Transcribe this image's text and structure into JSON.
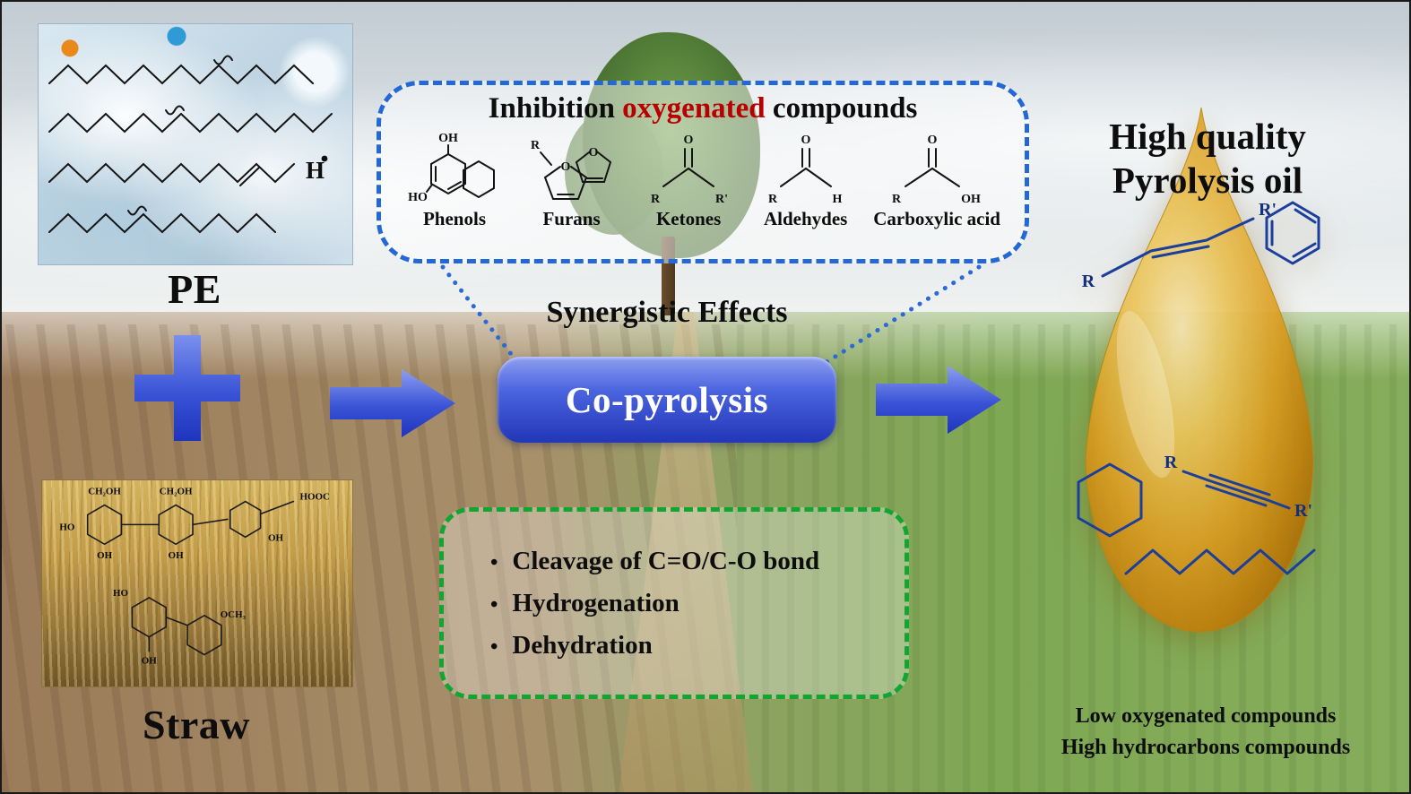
{
  "colors": {
    "primary_blue": "#2236b8",
    "dashed_blue": "#2468d6",
    "dashed_green": "#12a530",
    "highlight_red": "#b80000",
    "droplet_gold": "#dd9f22"
  },
  "pe": {
    "label": "PE",
    "h_radical": "H"
  },
  "straw": {
    "label": "Straw",
    "structure_labels": [
      "CH₂OH",
      "HO",
      "OH",
      "CH₂OH",
      "OH",
      "HOOC",
      "OH",
      "OCH₃",
      "HO",
      "OH"
    ]
  },
  "inhibition_box": {
    "title": {
      "pre": "Inhibition ",
      "highlight": "oxygenated",
      "post": " compounds"
    },
    "molecules": [
      {
        "name": "Phenols",
        "atoms": {
          "oh": "OH",
          "ho": "HO"
        }
      },
      {
        "name": "Furans",
        "atoms": {
          "o1": "O",
          "o2": "O",
          "r": "R"
        }
      },
      {
        "name": "Ketones",
        "atoms": {
          "o": "O",
          "r": "R",
          "rp": "R'"
        }
      },
      {
        "name": "Aldehydes",
        "atoms": {
          "o": "O",
          "r": "R",
          "h": "H"
        }
      },
      {
        "name": "Carboxylic acid",
        "atoms": {
          "o": "O",
          "r": "R",
          "oh": "OH"
        }
      }
    ]
  },
  "center": {
    "synergistic": "Synergistic Effects",
    "co_pyrolysis": "Co-pyrolysis"
  },
  "mechanism_box": {
    "bullet": "•",
    "items": [
      "Cleavage of C=O/C-O bond",
      "Hydrogenation",
      "Dehydration"
    ]
  },
  "product": {
    "title_line1": "High quality",
    "title_line2": "Pyrolysis oil",
    "footer_line1": "Low oxygenated compounds",
    "footer_line2": "High hydrocarbons compounds",
    "atoms": {
      "alkene_r": "R",
      "alkene_rp": "R'",
      "alkyne_r": "R",
      "alkyne_rp": "R'"
    }
  }
}
